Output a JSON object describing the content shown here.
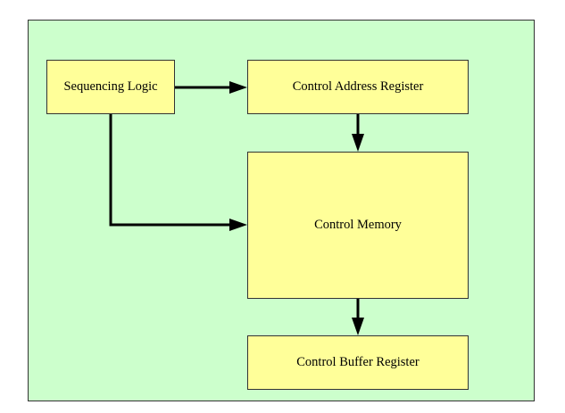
{
  "diagram": {
    "nodes": {
      "sequencing_logic": "Sequencing Logic",
      "control_address_register": "Control Address Register",
      "control_memory": "Control Memory",
      "control_buffer_register": "Control Buffer Register"
    },
    "edges": [
      {
        "from": "sequencing_logic",
        "to": "control_address_register"
      },
      {
        "from": "sequencing_logic",
        "to": "control_memory"
      },
      {
        "from": "control_address_register",
        "to": "control_memory"
      },
      {
        "from": "control_memory",
        "to": "control_buffer_register"
      }
    ],
    "colors": {
      "panel_background": "#ccffcc",
      "box_fill": "#ffff99",
      "stroke": "#000000"
    }
  }
}
